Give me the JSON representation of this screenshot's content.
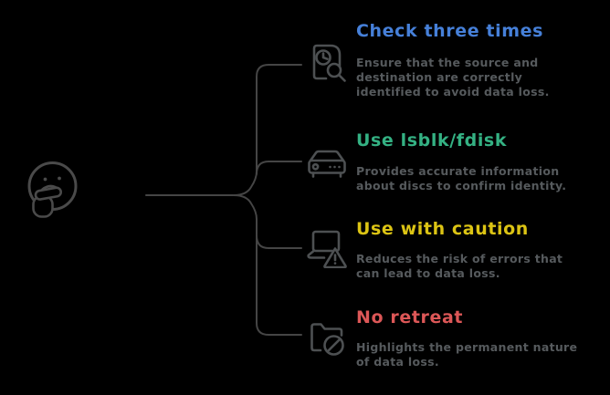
{
  "figure": {
    "type": "mindmap-infographic",
    "topic": "disk operation safety tips"
  },
  "palette": {
    "background": "#000000",
    "line": "#454545",
    "face": "#4a4a4a",
    "icon": "#4d5052",
    "description_text": "#565a5d",
    "blue": "#4680d9",
    "green": "#34b183",
    "yellow": "#dcc414",
    "red": "#dc5757"
  },
  "center": {
    "icon": "thinking-face-icon"
  },
  "items": [
    {
      "title": "Check three times",
      "color": "#4680d9",
      "icon": "file-clock-search-icon",
      "desc_lines": [
        "Ensure that the source and",
        "destination are correctly",
        "identified to avoid data loss."
      ]
    },
    {
      "title": "Use lsblk/fdisk",
      "color": "#34b183",
      "icon": "hard-drive-icon",
      "desc_lines": [
        "Provides accurate information",
        "about discs to confirm identity."
      ]
    },
    {
      "title": "Use with caution",
      "color": "#dcc414",
      "icon": "laptop-warning-icon",
      "desc_lines": [
        "Reduces the risk of errors that",
        "can lead to data loss."
      ]
    },
    {
      "title": "No retreat",
      "color": "#dc5757",
      "icon": "folder-blocked-icon",
      "desc_lines": [
        "Highlights the permanent nature",
        "of data loss."
      ]
    }
  ]
}
